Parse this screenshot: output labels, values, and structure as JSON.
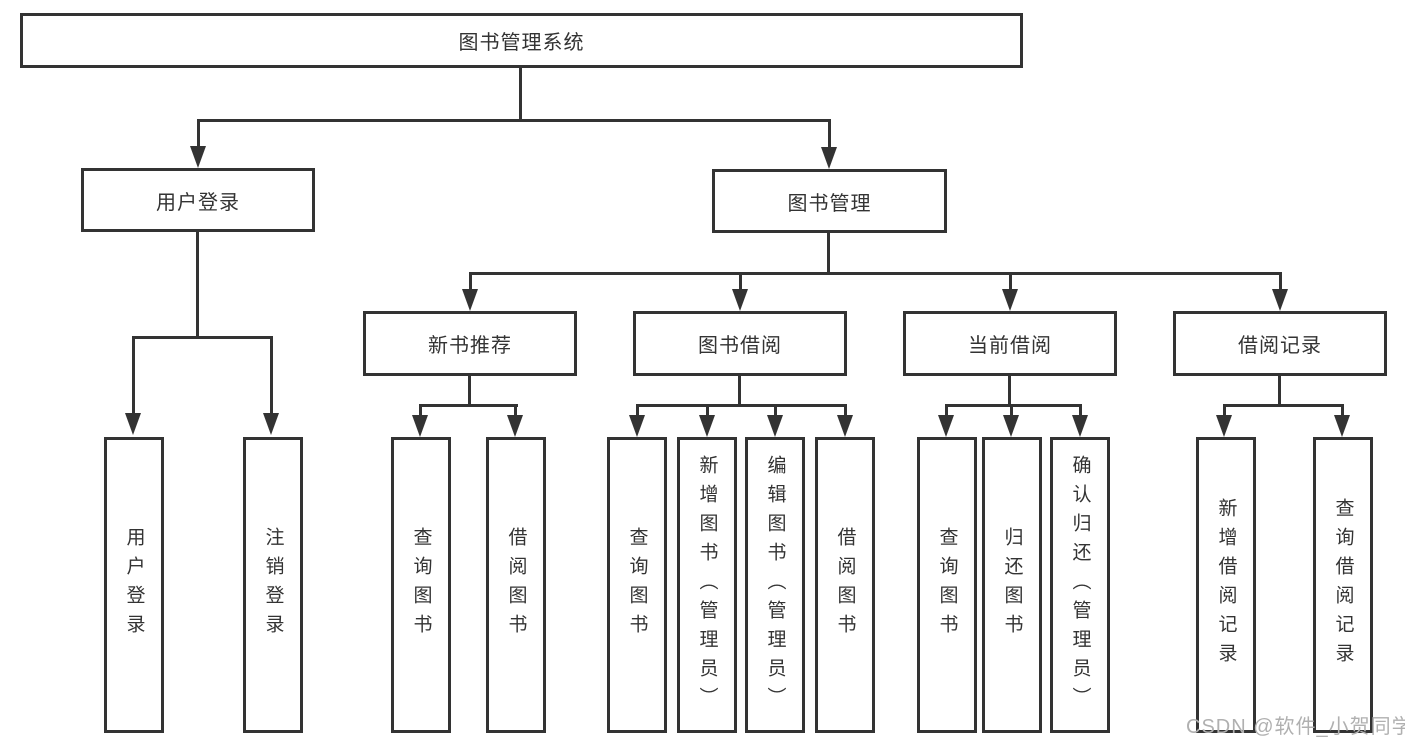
{
  "colors": {
    "line": "#333333",
    "text": "#333333",
    "watermark": "#b0b0b0"
  },
  "tree": {
    "label": "图书管理系统",
    "children": [
      {
        "label": "用户登录",
        "children": [
          {
            "label": "用户登录"
          },
          {
            "label": "注销登录"
          }
        ]
      },
      {
        "label": "图书管理",
        "children": [
          {
            "label": "新书推荐",
            "children": [
              {
                "label": "查询图书"
              },
              {
                "label": "借阅图书"
              }
            ]
          },
          {
            "label": "图书借阅",
            "children": [
              {
                "label": "查询图书"
              },
              {
                "label": "新增图书（管理员）"
              },
              {
                "label": "编辑图书（管理员）"
              },
              {
                "label": "借阅图书"
              }
            ]
          },
          {
            "label": "当前借阅",
            "children": [
              {
                "label": "查询图书"
              },
              {
                "label": "归还图书"
              },
              {
                "label": "确认归还（管理员）"
              }
            ]
          },
          {
            "label": "借阅记录",
            "children": [
              {
                "label": "新增借阅记录"
              },
              {
                "label": "查询借阅记录"
              }
            ]
          }
        ]
      }
    ]
  },
  "watermark": {
    "text": "CSDN @软件_小贺同学"
  }
}
